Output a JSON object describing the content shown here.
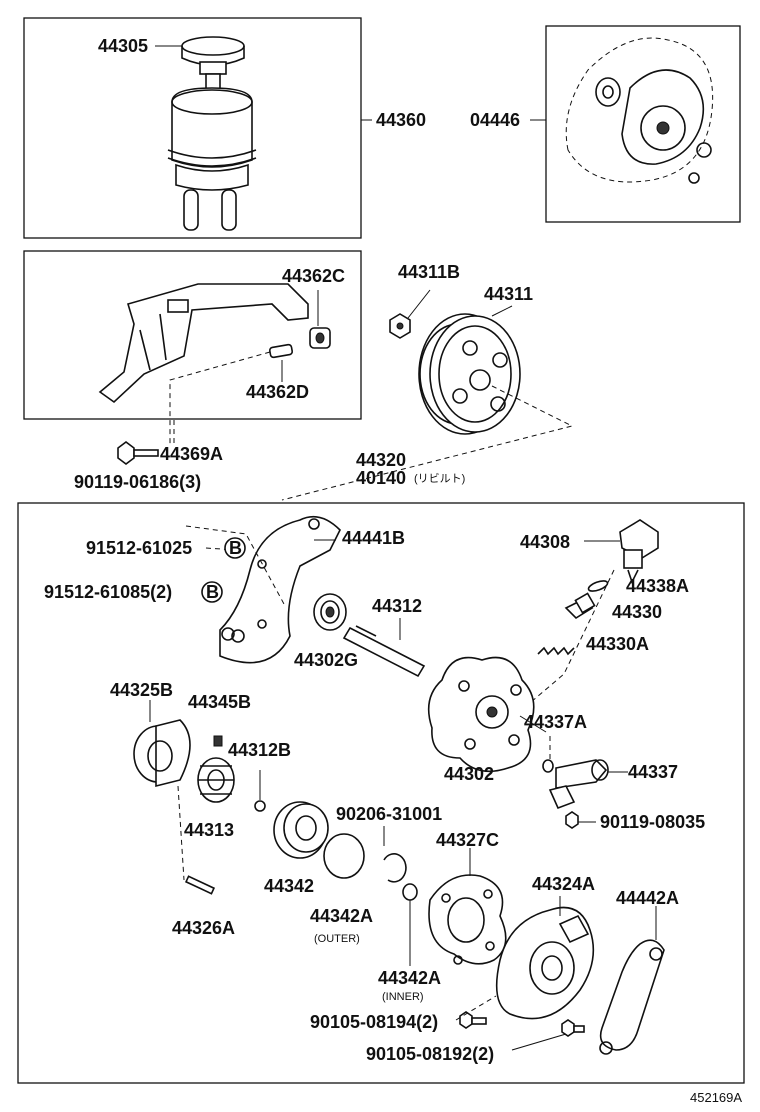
{
  "labels": {
    "p44305": "44305",
    "p44360": "44360",
    "p04446": "04446",
    "p44362C": "44362C",
    "p44362D": "44362D",
    "p44311B": "44311B",
    "p44311": "44311",
    "p44369A": "44369A",
    "p90119_06186": "90119-06186(3)",
    "p44320": "44320",
    "p40140": "40140",
    "p40140_note": "(リビルト)",
    "p91512_61025": "91512-61025",
    "p91512_61085": "91512-61085(2)",
    "p44441B": "44441B",
    "p44308": "44308",
    "p44338A": "44338A",
    "p44330": "44330",
    "p44312": "44312",
    "p44302G": "44302G",
    "p44330A": "44330A",
    "p44325B": "44325B",
    "p44345B": "44345B",
    "p44312B": "44312B",
    "p44337A": "44337A",
    "p44302": "44302",
    "p44337": "44337",
    "p44313": "44313",
    "p90206_31001": "90206-31001",
    "p90119_08035": "90119-08035",
    "p44327C": "44327C",
    "p44342": "44342",
    "p44324A": "44324A",
    "p44442A": "44442A",
    "p44342A_outer": "44342A",
    "p44342A_outer_note": "(OUTER)",
    "p44326A": "44326A",
    "p44342A_inner": "44342A",
    "p44342A_inner_note": "(INNER)",
    "p90105_08194": "90105-08194(2)",
    "p90105_08192": "90105-08192(2)",
    "markerB1": "B",
    "markerB2": "B"
  },
  "footer": {
    "diagram_id": "452169A"
  }
}
